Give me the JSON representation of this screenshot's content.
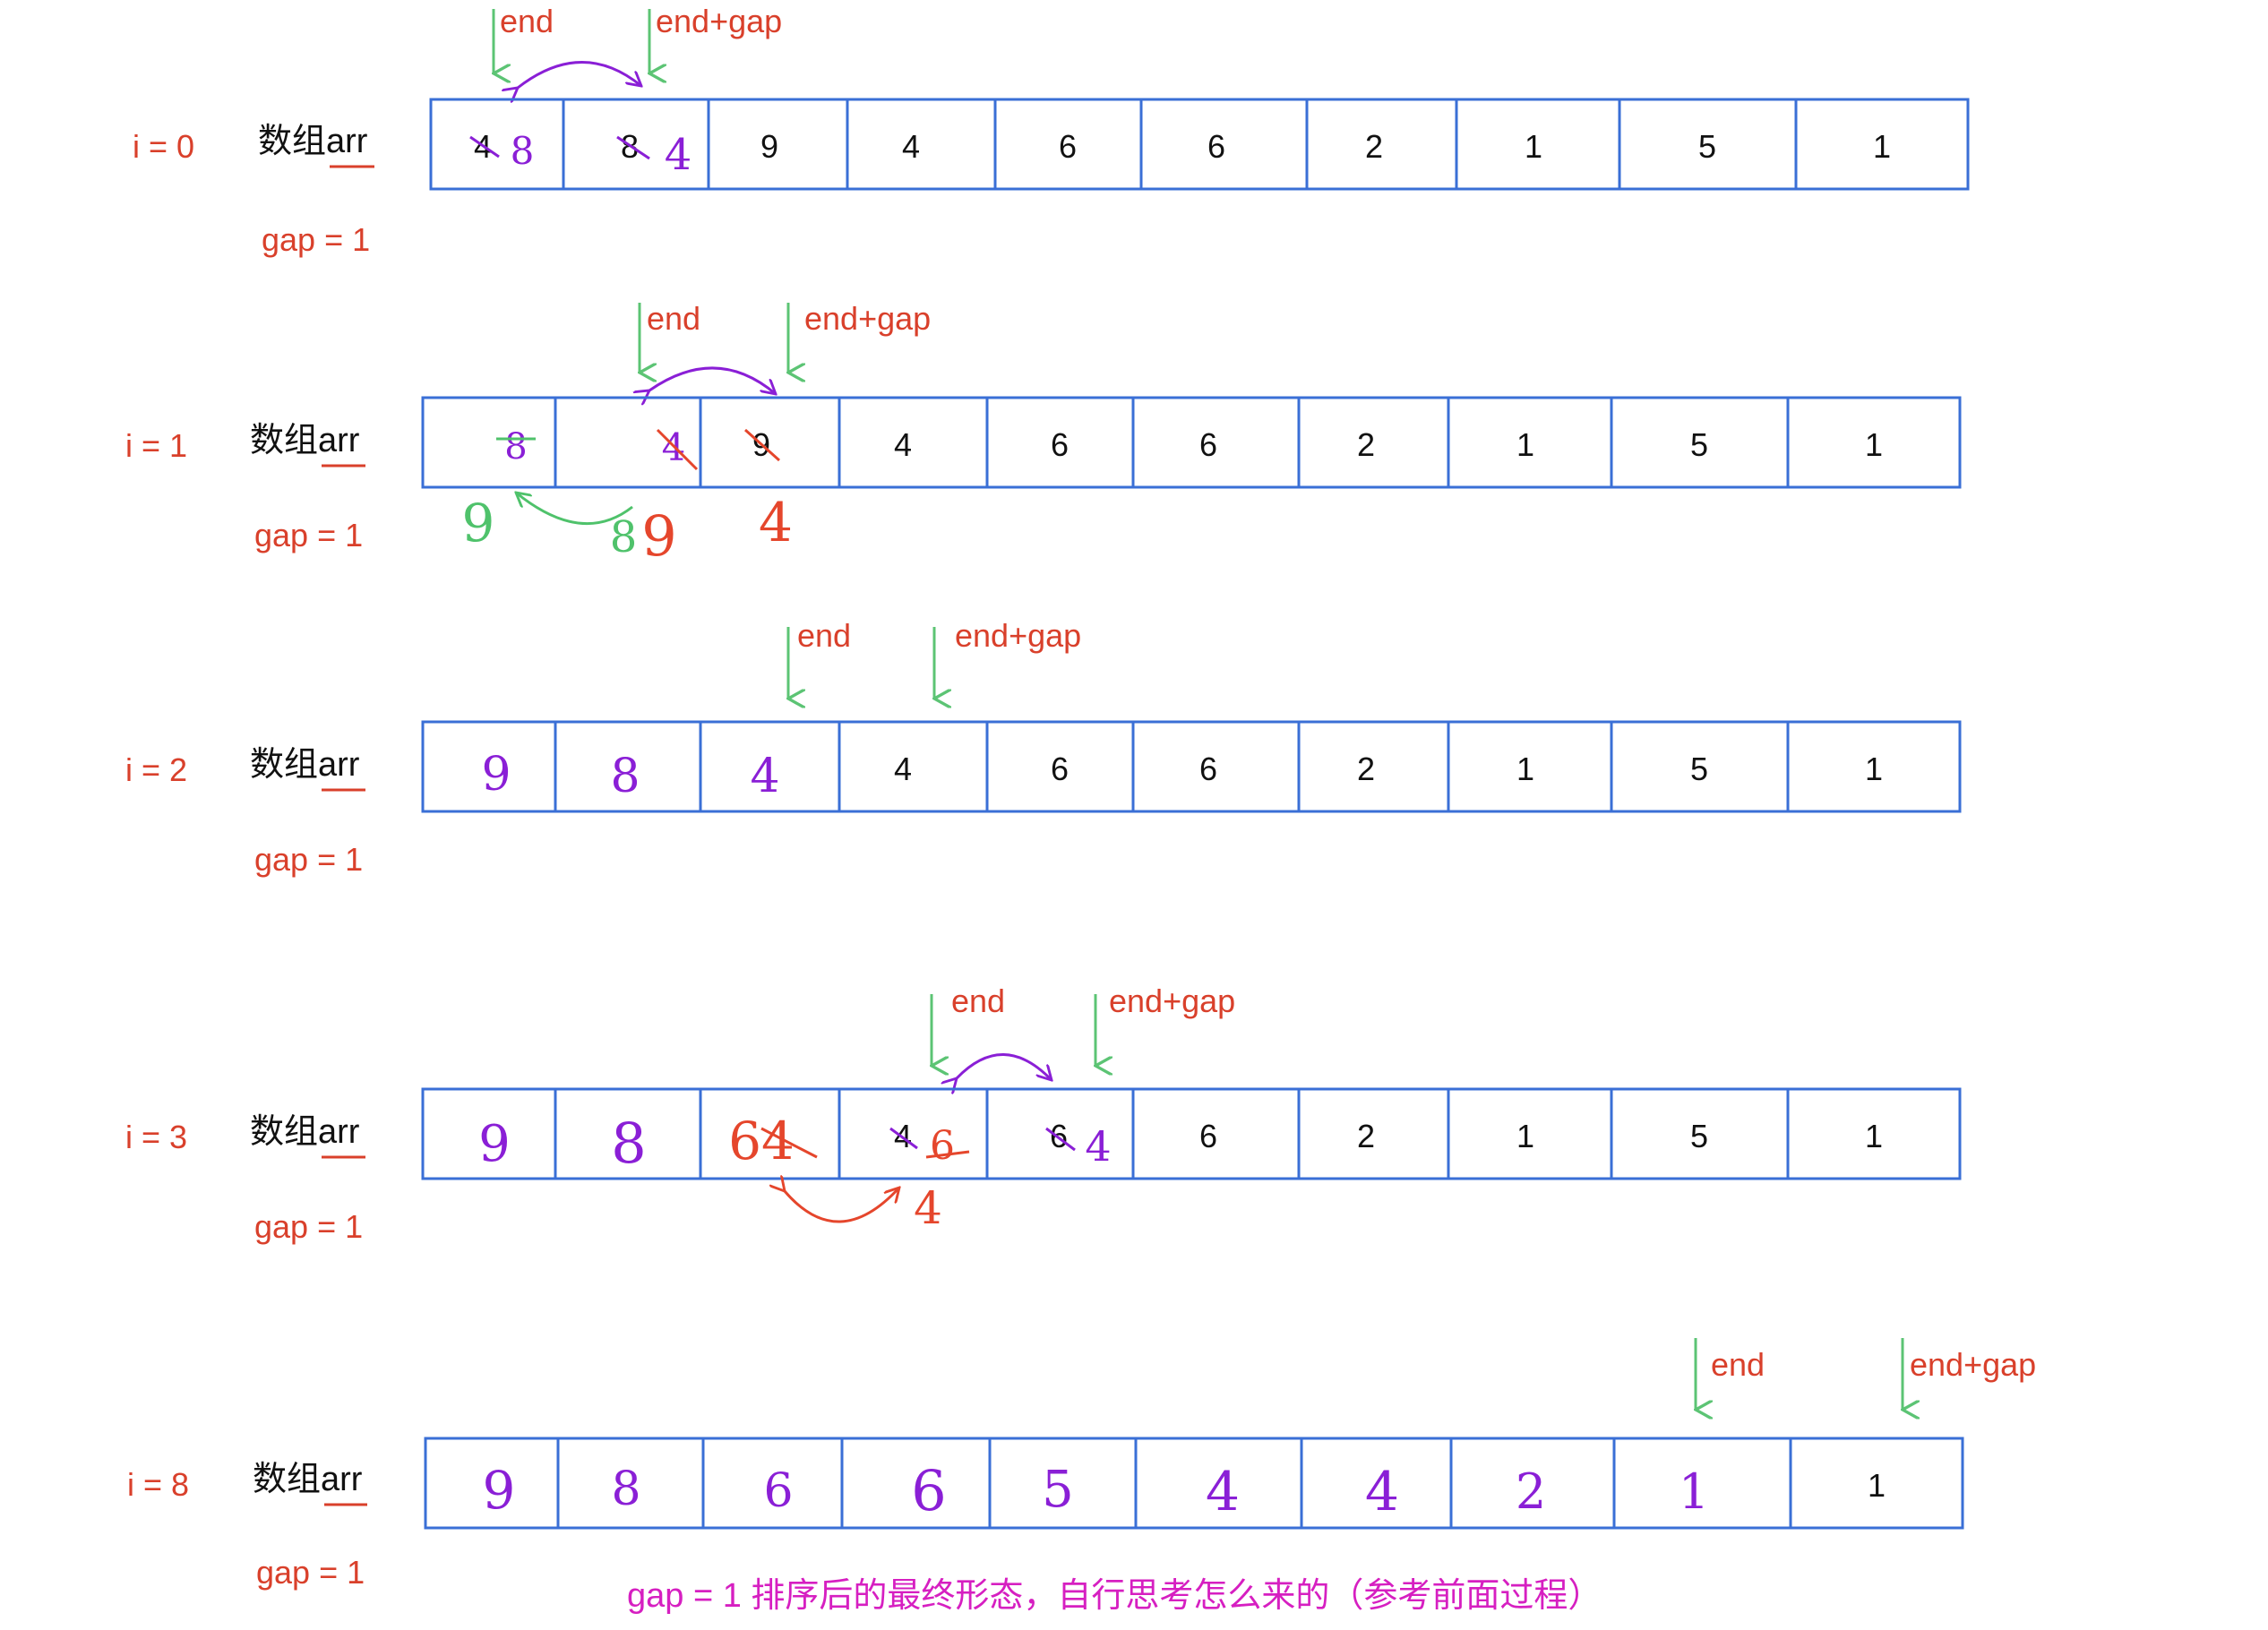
{
  "labels": {
    "end": "end",
    "end_gap": "end+gap",
    "array": "数组arr",
    "note": "gap = 1 排序后的最终形态，自行思考怎么来的（参考前面过程）"
  },
  "colors": {
    "cell_border": "#3a6fd6",
    "marker_text": "#d9402b",
    "arrow_green": "#5cc474",
    "swap_purple": "#8a1fd6",
    "swap_red": "#e5462c",
    "note_magenta": "#d61fc1"
  },
  "rows": [
    {
      "i_label": "i = 0",
      "gap_label": "gap = 1",
      "end_index": 0,
      "cells": [
        {
          "printed": "4",
          "printed_struck": true,
          "hand": "8",
          "hand_color": "purple"
        },
        {
          "printed": "8",
          "printed_struck": true,
          "hand": "4",
          "hand_color": "purple"
        },
        {
          "printed": "9"
        },
        {
          "printed": "4"
        },
        {
          "printed": "6"
        },
        {
          "printed": "6"
        },
        {
          "printed": "2"
        },
        {
          "printed": "1"
        },
        {
          "printed": "5"
        },
        {
          "printed": "1"
        }
      ]
    },
    {
      "i_label": "i = 1",
      "gap_label": "gap = 1",
      "end_index": 1,
      "cells": [
        {
          "printed": "8",
          "printed_struck": true,
          "strike_color": "green"
        },
        {
          "printed": "4",
          "printed_struck": true,
          "strike_color": "red"
        },
        {
          "printed": "9",
          "printed_struck": true,
          "strike_color": "red"
        },
        {
          "printed": "4"
        },
        {
          "printed": "6"
        },
        {
          "printed": "6"
        },
        {
          "printed": "2"
        },
        {
          "printed": "1"
        },
        {
          "printed": "5"
        },
        {
          "printed": "1"
        }
      ],
      "below_notes": [
        {
          "text": "9",
          "color": "green"
        },
        {
          "text": "8",
          "color": "green"
        },
        {
          "text": "9",
          "color": "red"
        },
        {
          "text": "4",
          "color": "red"
        }
      ]
    },
    {
      "i_label": "i = 2",
      "gap_label": "gap = 1",
      "end_index": 2,
      "cells": [
        {
          "hand": "9",
          "hand_color": "purple"
        },
        {
          "hand": "8",
          "hand_color": "purple"
        },
        {
          "hand": "4",
          "hand_color": "purple"
        },
        {
          "printed": "4"
        },
        {
          "printed": "6"
        },
        {
          "printed": "6"
        },
        {
          "printed": "2"
        },
        {
          "printed": "1"
        },
        {
          "printed": "5"
        },
        {
          "printed": "1"
        }
      ]
    },
    {
      "i_label": "i = 3",
      "gap_label": "gap = 1",
      "end_index": 3,
      "cells": [
        {
          "hand": "9",
          "hand_color": "purple"
        },
        {
          "hand": "8",
          "hand_color": "purple"
        },
        {
          "hand": "64",
          "hand_color": "red",
          "hand_last_struck": true
        },
        {
          "printed": "4",
          "printed_struck": true,
          "hand": "6",
          "hand_color": "red",
          "hand_struck": true
        },
        {
          "printed": "6",
          "printed_struck": true,
          "hand": "4",
          "hand_color": "purple"
        },
        {
          "printed": "6"
        },
        {
          "printed": "2"
        },
        {
          "printed": "1"
        },
        {
          "printed": "5"
        },
        {
          "printed": "1"
        }
      ],
      "below_notes": [
        {
          "text": "4",
          "color": "red"
        }
      ]
    },
    {
      "i_label": "i = 8",
      "gap_label": "gap = 1",
      "end_index": 8,
      "cells": [
        {
          "hand": "9",
          "hand_color": "purple"
        },
        {
          "hand": "8",
          "hand_color": "purple"
        },
        {
          "hand": "6",
          "hand_color": "purple"
        },
        {
          "hand": "6",
          "hand_color": "purple"
        },
        {
          "hand": "5",
          "hand_color": "purple"
        },
        {
          "hand": "4",
          "hand_color": "purple"
        },
        {
          "hand": "4",
          "hand_color": "purple"
        },
        {
          "hand": "2",
          "hand_color": "purple"
        },
        {
          "hand": "1",
          "hand_color": "purple"
        },
        {
          "printed": "1"
        }
      ]
    }
  ]
}
